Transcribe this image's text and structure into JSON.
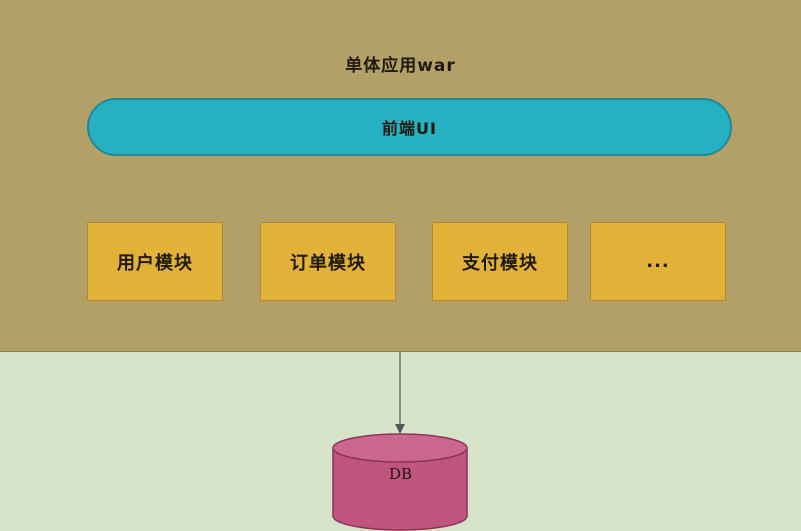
{
  "app": {
    "title": "单体应用war"
  },
  "frontend": {
    "label": "前端UI"
  },
  "modules": [
    {
      "label": "用户模块"
    },
    {
      "label": "订单模块"
    },
    {
      "label": "支付模块"
    },
    {
      "label": "..."
    }
  ],
  "database": {
    "label": "DB"
  },
  "colors": {
    "container": "#b3a067",
    "background": "#d5e3c9",
    "frontend": "#27b0bf",
    "module": "#e2b137",
    "database": "#c05580"
  }
}
